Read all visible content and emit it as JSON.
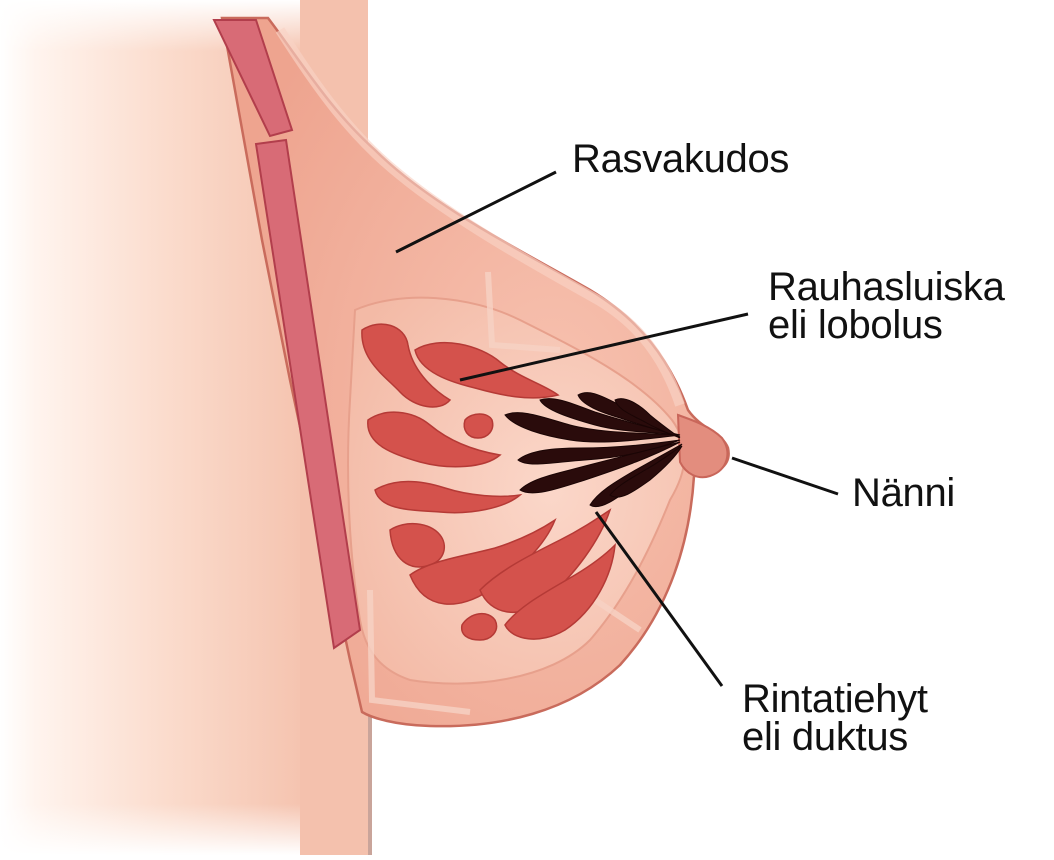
{
  "labels": {
    "fat_tissue": "Rasvakudos",
    "lobule_line1": "Rauhasluiska",
    "lobule_line2": "eli lobolus",
    "nipple": "Nänni",
    "duct_line1": "Rintatiehyt",
    "duct_line2": "eli duktus"
  },
  "colors": {
    "skin_outer": "#f7c7b4",
    "breast_tissue": "#f0b09e",
    "muscle": "#d65a6a",
    "lobule": "#d4524c",
    "duct": "#2a0b0b",
    "leader_line": "#111111"
  }
}
